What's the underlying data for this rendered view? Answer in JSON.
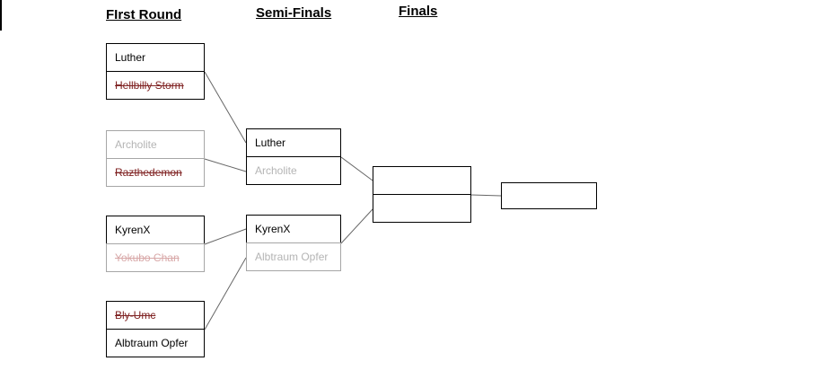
{
  "title_row": {
    "first_round": "FIrst Round",
    "semi_finals": "Semi-Finals",
    "finals": "Finals"
  },
  "rounds": {
    "first_round": [
      {
        "top": "Luther",
        "bottom": "Hellbilly Storm"
      },
      {
        "top": "Archolite",
        "bottom": "Razthedemon"
      },
      {
        "top": "KyrenX",
        "bottom": "Yokubo Chan"
      },
      {
        "top": "Bly-Umc",
        "bottom": "Albtraum Opfer"
      }
    ],
    "semi_finals": [
      {
        "top": "Luther",
        "bottom": "Archolite"
      },
      {
        "top": "KyrenX",
        "bottom": "Albtraum Opfer"
      }
    ],
    "finals": [
      {
        "top": "",
        "bottom": ""
      }
    ],
    "champion": {
      "name": ""
    }
  },
  "colors": {
    "active_text": "#000000",
    "eliminated_dark_red": "#7f2222",
    "eliminated_light_red": "#d8a8a8",
    "advanced_faded_gray": "#b4b4b4",
    "box_border_black": "#000000",
    "box_border_gray": "#a6a6a6",
    "connector_line": "#666666"
  }
}
